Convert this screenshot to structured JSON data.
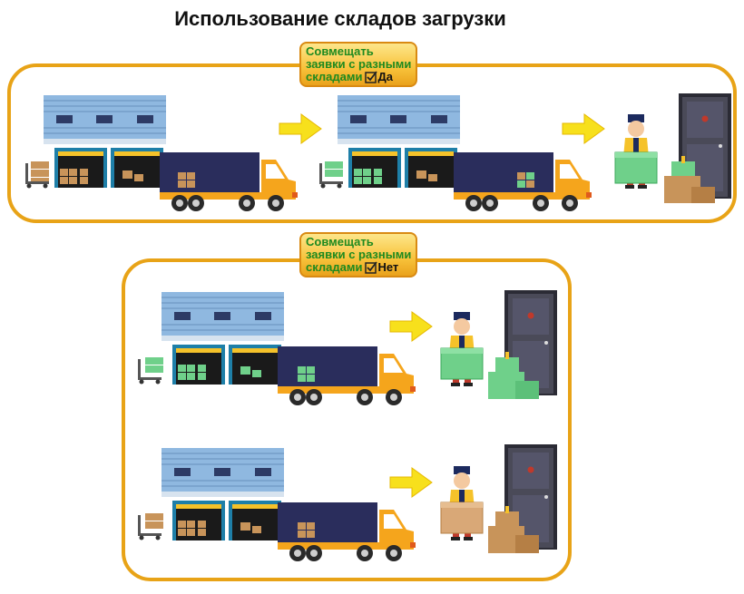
{
  "title": "Использование складов загрузки",
  "badge_top": {
    "line1": "Совмещать",
    "line2": "заявки с разными",
    "line3": "складами",
    "answer": "Да"
  },
  "badge_bottom": {
    "line1": "Совмещать",
    "line2": "заявки с разными",
    "line3": "складами",
    "answer": "Нет"
  },
  "colors": {
    "frame": "#e8a317",
    "badge_text": "#1f8a1f",
    "warehouse": "#8fb8e0",
    "truck_cargo": "#2a2d5c",
    "truck_cab": "#f5a51c",
    "arrow": "#f7e01c",
    "box_brown": "#c8945a",
    "box_green": "#6fd08a",
    "door": "#4a4a58"
  }
}
